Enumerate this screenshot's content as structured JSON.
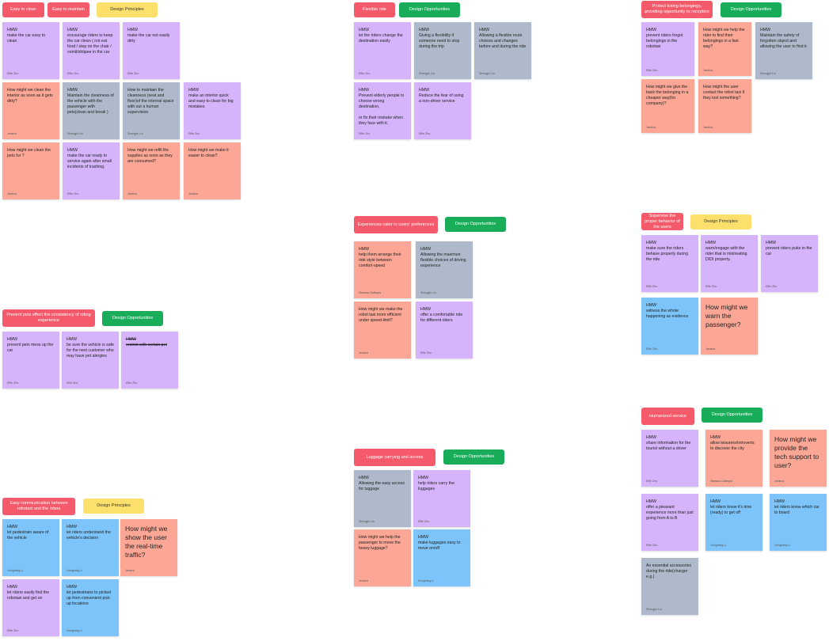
{
  "tags": [
    {
      "id": "t1",
      "text": "Easy to clean",
      "color": "red"
    },
    {
      "id": "t2",
      "text": "Easy to maintain",
      "color": "red"
    },
    {
      "id": "t3",
      "text": "Design Principles",
      "color": "yellow"
    },
    {
      "id": "t4",
      "text": "Flexible ride",
      "color": "red"
    },
    {
      "id": "t5",
      "text": "Design Opportunities",
      "color": "green"
    },
    {
      "id": "t6",
      "text": "Protect losing belongings, providing opportunity to reception",
      "color": "red"
    },
    {
      "id": "t7",
      "text": "Design Opportunities",
      "color": "green"
    },
    {
      "id": "t8",
      "text": "Experiences cater to users' preferences",
      "color": "red"
    },
    {
      "id": "t9",
      "text": "Design Opportunities",
      "color": "green"
    },
    {
      "id": "t10",
      "text": "Supervise the proper behavior of the users",
      "color": "red"
    },
    {
      "id": "t11",
      "text": "Design Principles",
      "color": "yellow"
    },
    {
      "id": "t12",
      "text": "Prevent pets effect the consistency of riding experience",
      "color": "red"
    },
    {
      "id": "t13",
      "text": "Design Opportunities",
      "color": "green"
    },
    {
      "id": "t14",
      "text": "Humanized service",
      "color": "red"
    },
    {
      "id": "t15",
      "text": "Design Opportunities",
      "color": "green"
    },
    {
      "id": "t16",
      "text": "Luggage carrying and access",
      "color": "red"
    },
    {
      "id": "t17",
      "text": "Design Opportunities",
      "color": "green"
    },
    {
      "id": "t18",
      "text": "Easy communication between robotaxi and the riders",
      "color": "red"
    },
    {
      "id": "t19",
      "text": "Design Principles",
      "color": "yellow"
    }
  ],
  "notes": [
    {
      "id": "n1",
      "color": "purple",
      "text": "HMW\nmake the car easy to clean",
      "author": "Effie Zhu"
    },
    {
      "id": "n2",
      "color": "purple",
      "text": "HMW\nencourage riders to keep the car clean ( not eat food / step on the chair / vomit/shitpee in the car",
      "author": "Effie Zhu"
    },
    {
      "id": "n3",
      "color": "purple",
      "text": "HMW\nmake the car not easily dirty",
      "author": "Effie Zhu"
    },
    {
      "id": "n4",
      "color": "salmon",
      "text": "How might we clean the interior as soon as it gets dirty?",
      "author": "Jessica"
    },
    {
      "id": "n5",
      "color": "gray",
      "text": "HMW\nMaintain the cleanness of the vehicle with the passenger with pets(clean and break )",
      "author": "Shengjie Liu"
    },
    {
      "id": "n6",
      "color": "gray",
      "text": "How to maintain the cleanness (seat and floor)of the internal space with out a human supervision",
      "author": "Shengjie Liu"
    },
    {
      "id": "n7",
      "color": "purple",
      "text": "HMW\nmake an interior quick and easy to clean for big mistakes",
      "author": "Effie Zhu"
    },
    {
      "id": "n8",
      "color": "salmon",
      "text": "How might we clean the pets fur ?",
      "author": "Jessica"
    },
    {
      "id": "n9",
      "color": "purple",
      "text": "HMW\nmake the car ready to service again after small incidents of trashing.",
      "author": "Effie Zhu"
    },
    {
      "id": "n10",
      "color": "salmon",
      "text": "How might we refill the supplies as soon as they are consumed?",
      "author": "Jessica"
    },
    {
      "id": "n11",
      "color": "salmon",
      "text": "How might we make it easier to clean?",
      "author": "Jessica"
    },
    {
      "id": "n12",
      "color": "purple",
      "text": "HMW\nlet the riders change the destination easily",
      "author": "Effie Zhu"
    },
    {
      "id": "n13",
      "color": "gray",
      "text": "HMW\nGiving a flexibility if someone need to stop during the trip",
      "author": "Shengjie Liu"
    },
    {
      "id": "n14",
      "color": "gray",
      "text": "HMW\nAllowing  a flexible route choices and changes before and during the ride",
      "author": "Shengjie Liu"
    },
    {
      "id": "n15",
      "color": "purple",
      "text": "HMW\nPrevent elderly people to choose wrong destination,\n\nor fix their mistake when they face with it.",
      "author": "Effie Zhu"
    },
    {
      "id": "n16",
      "color": "purple",
      "text": "HMW\nReduce the fear of using a non-driver service",
      "author": "Effie Zhu"
    },
    {
      "id": "n17",
      "color": "purple",
      "text": "HMW\nprevent riders forgot belongings in the robotaxi",
      "author": "Effie Zhu"
    },
    {
      "id": "n18",
      "color": "salmon",
      "text": "How might we help the rider to find their belongings in a fast way?",
      "author": "Jessica"
    },
    {
      "id": "n19",
      "color": "gray",
      "text": "HMW\nMaintain the safety of forgotten object and allowing the user to find it",
      "author": "Shengjie Liu"
    },
    {
      "id": "n20",
      "color": "salmon",
      "text": "How might we give the back the belonging in a cheaper way(for company)?",
      "author": "Jessica"
    },
    {
      "id": "n21",
      "color": "salmon",
      "text": "How might the user contact the robot taxi if they lost something?",
      "author": "Jessica"
    },
    {
      "id": "n22",
      "color": "salmon",
      "text": "HMW\nhelp them arrange their ride style between comfort-speed",
      "author": "Mariana Gallegos"
    },
    {
      "id": "n23",
      "color": "gray",
      "text": "HMW\nAllowing the maximun flexible choices of driving experience",
      "author": "Shengjie Liu"
    },
    {
      "id": "n24",
      "color": "salmon",
      "text": "How might we make the robot taxi more efficient under speed-limit?",
      "author": "Jessica"
    },
    {
      "id": "n25",
      "color": "purple",
      "text": "HMW\noffer a comfortable ride for different riders",
      "author": "Effie Zhu"
    },
    {
      "id": "n26",
      "color": "purple",
      "text": "HMW\nmake sure the riders behave properly during the ride",
      "author": "Effie Zhu"
    },
    {
      "id": "n27",
      "color": "purple",
      "text": "HMW\nwarn/engage with the rider that is mistreating DIDI property.",
      "author": "Effie Zhu"
    },
    {
      "id": "n28",
      "color": "purple",
      "text": "HMW\nprevent riders puke in the car",
      "author": "Effie Zhu"
    },
    {
      "id": "n29",
      "color": "blue",
      "text": "HMW\nwitness the whole happening as evidence",
      "author": "Effie Zhu"
    },
    {
      "id": "n30",
      "color": "salmon",
      "text": "How might we warn the passenger?",
      "big": true,
      "author": "Jessica"
    },
    {
      "id": "n31",
      "color": "purple",
      "text": "HMW\nprevent pets mess up the car",
      "author": "Effie Zhu"
    },
    {
      "id": "n32",
      "color": "purple",
      "text": "HMW\nbe sure the vehicle is safe for the next customer who may have pet alergies",
      "author": "Effie Zhu"
    },
    {
      "id": "n33",
      "color": "purple",
      "text": "HMW\nrestrict with certain pet",
      "strike": true,
      "author": "Effie Zhu"
    },
    {
      "id": "n34",
      "color": "purple",
      "text": "HMW\nshare information for the tourist without a driver",
      "author": "Effie Zhu"
    },
    {
      "id": "n35",
      "color": "salmon",
      "text": "HMW\nallow leisurers/introverts to discover the city",
      "author": "Mariana Gallegos"
    },
    {
      "id": "n36",
      "color": "salmon",
      "text": "How might we provide the tech support to user?",
      "big": true,
      "author": "Jessica"
    },
    {
      "id": "n37",
      "color": "purple",
      "text": "HMW\noffer a pleasant experience more than just going from A to B",
      "author": "Effie Zhu"
    },
    {
      "id": "n38",
      "color": "blue",
      "text": "HMW\nlet riders know it's time (ready) to get off",
      "author": "Hongming Li"
    },
    {
      "id": "n39",
      "color": "blue",
      "text": "HMW\nlet riders know which car to board",
      "author": "Hongming Li"
    },
    {
      "id": "n40",
      "color": "gray",
      "text": "An essential accessories during the ride(charger e.g.)",
      "author": "Shengjie Liu"
    },
    {
      "id": "n41",
      "color": "gray",
      "text": "HMW\nAllowing the easy access for luggage",
      "author": "Shengjie Liu"
    },
    {
      "id": "n42",
      "color": "purple",
      "text": "HMW\nhelp riders carry the luggages",
      "author": "Effie Zhu"
    },
    {
      "id": "n43",
      "color": "salmon",
      "text": "How might we help the passenger to move the heavy luggage?",
      "author": "Jessica"
    },
    {
      "id": "n44",
      "color": "blue",
      "text": "HMW\nmake luggages easy to move on/off",
      "author": "Hongming Li"
    },
    {
      "id": "n45",
      "color": "blue",
      "text": "HMW\nlet pedestrain aware of the vehicle",
      "author": "Hongming Li"
    },
    {
      "id": "n46",
      "color": "blue",
      "text": "HMW\nlet riders understand the vehicle's decision",
      "author": "Hongming Li"
    },
    {
      "id": "n47",
      "color": "salmon",
      "text": "How might we show the user the real-time traffic?",
      "big": true,
      "author": "Jessica"
    },
    {
      "id": "n48",
      "color": "purple",
      "text": "HMW\nlet riders easily find the robotaxi and get on",
      "author": "Effie Zhu"
    },
    {
      "id": "n49",
      "color": "blue",
      "text": "HMW\nlet pedestrians to picked up from convenient pick up locations",
      "author": "Hongming Li"
    }
  ]
}
